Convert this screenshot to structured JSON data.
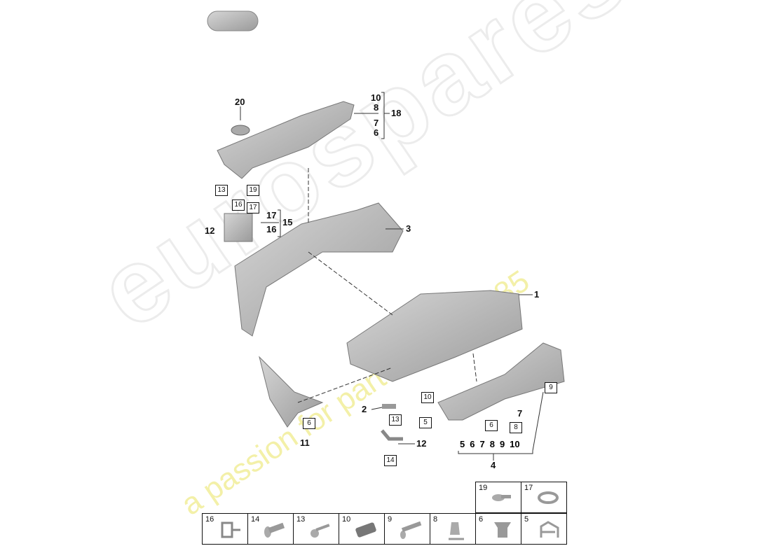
{
  "watermark": {
    "brand": "eurospares",
    "tagline": "a passion for parts since 1985"
  },
  "callouts": {
    "c20": "20",
    "c18": "18",
    "c18_sub": [
      "10",
      "8",
      "7",
      "6"
    ],
    "c13a": "13",
    "c19a": "19",
    "c16a": "16",
    "c17a": "17",
    "c12a": "12",
    "c15": "15",
    "c15_sub": [
      "17",
      "16"
    ],
    "c3": "3",
    "c1": "1",
    "c9": "9",
    "c10": "10",
    "c5": "5",
    "c6a": "6",
    "c7": "7",
    "c8": "8",
    "c4": "4",
    "c4_sub": [
      "5",
      "6",
      "7",
      "8",
      "9",
      "10"
    ],
    "c2": "2",
    "c13b": "13",
    "c12b": "12",
    "c14": "14",
    "c6b": "6",
    "c11": "11"
  },
  "legend_table": {
    "top_row": [
      "19",
      "17"
    ],
    "bottom_row": [
      "16",
      "14",
      "13",
      "10",
      "9",
      "8",
      "6",
      "5"
    ]
  }
}
